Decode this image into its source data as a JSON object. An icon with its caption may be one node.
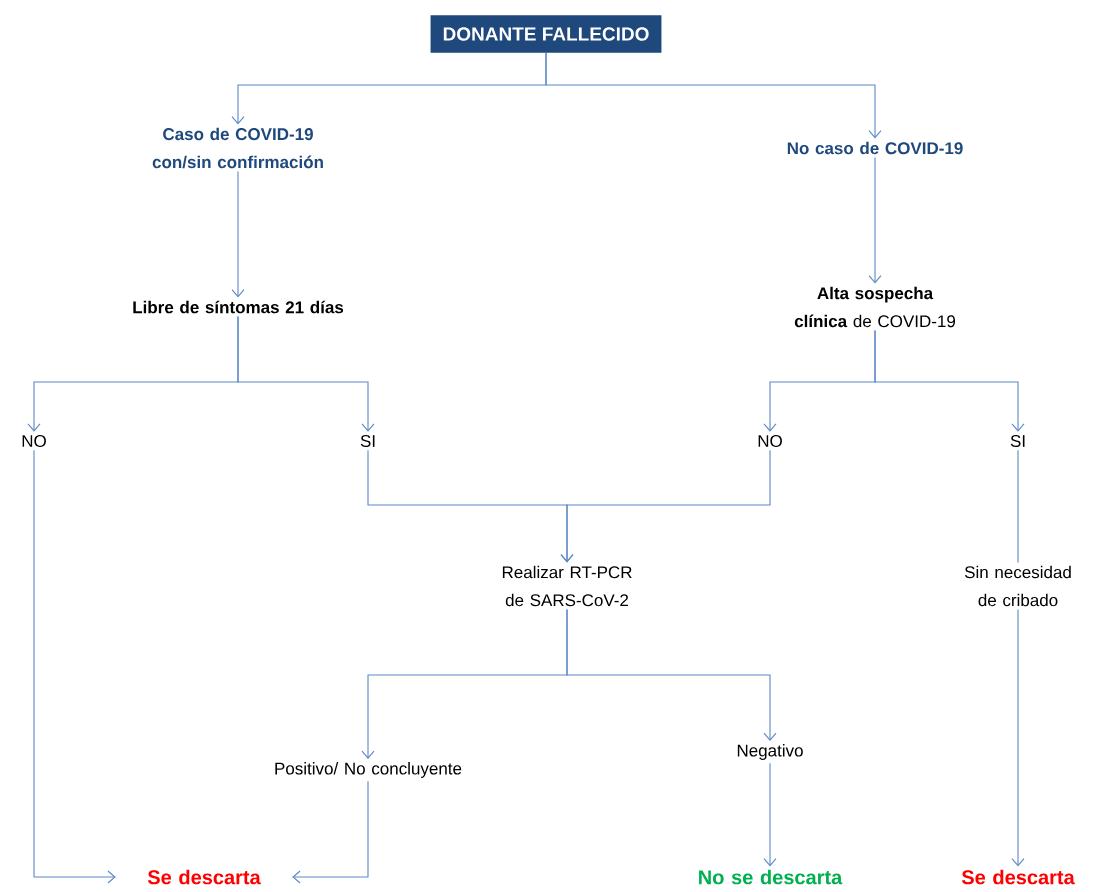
{
  "diagram": {
    "nodes": [
      {
        "text": [
          "DONANTE FALLECIDO"
        ]
      },
      {
        "text": [
          "Caso de COVID-19 con/sin confirmación"
        ]
      },
      {
        "text": [
          "No caso de COVID-19"
        ]
      },
      {
        "text": [
          "Libre de síntomas 21 días"
        ]
      },
      {
        "text": [
          "**Alta sospecha clínica** de COVID-19"
        ]
      },
      {
        "text": [
          "NO"
        ]
      },
      {
        "text": [
          "SI"
        ]
      },
      {
        "text": [
          "NO"
        ]
      },
      {
        "text": [
          "SI"
        ]
      },
      {
        "text": [
          "Realizar RT-PCR de SARS-CoV-2"
        ]
      },
      {
        "text": [
          "Sin necesidad de cribado"
        ]
      },
      {
        "text": [
          "Positivo/ No concluyente"
        ]
      },
      {
        "text": [
          "Negativo"
        ]
      },
      {
        "text": [
          "Se descarta"
        ]
      },
      {
        "text": [
          "No se descarta"
        ]
      },
      {
        "text": [
          "Se descarta"
        ]
      }
    ],
    "edges": [
      {
        "from": 0,
        "to": 1,
        "arrow": "to"
      },
      {
        "from": 0,
        "to": 2,
        "arrow": "to"
      },
      {
        "from": 1,
        "to": 3,
        "arrow": "to"
      },
      {
        "from": 2,
        "to": 4,
        "arrow": "to"
      },
      {
        "from": 3,
        "to": 5,
        "arrow": "to"
      },
      {
        "from": 3,
        "to": 6,
        "arrow": "to"
      },
      {
        "from": 4,
        "to": 7,
        "arrow": "to"
      },
      {
        "from": 4,
        "to": 8,
        "arrow": "to"
      },
      {
        "from": 6,
        "to": 9,
        "arrow": "to"
      },
      {
        "from": 7,
        "to": 9,
        "arrow": "to"
      },
      {
        "from": 8,
        "to": 10,
        "arrow": "none"
      },
      {
        "from": 5,
        "to": 13,
        "arrow": "to"
      },
      {
        "from": 9,
        "to": 11,
        "arrow": "to"
      },
      {
        "from": 9,
        "to": 12,
        "arrow": "to"
      },
      {
        "from": 11,
        "to": 13,
        "arrow": "to"
      },
      {
        "from": 12,
        "to": 14,
        "arrow": "to"
      },
      {
        "from": 10,
        "to": 15,
        "arrow": "to"
      }
    ]
  }
}
